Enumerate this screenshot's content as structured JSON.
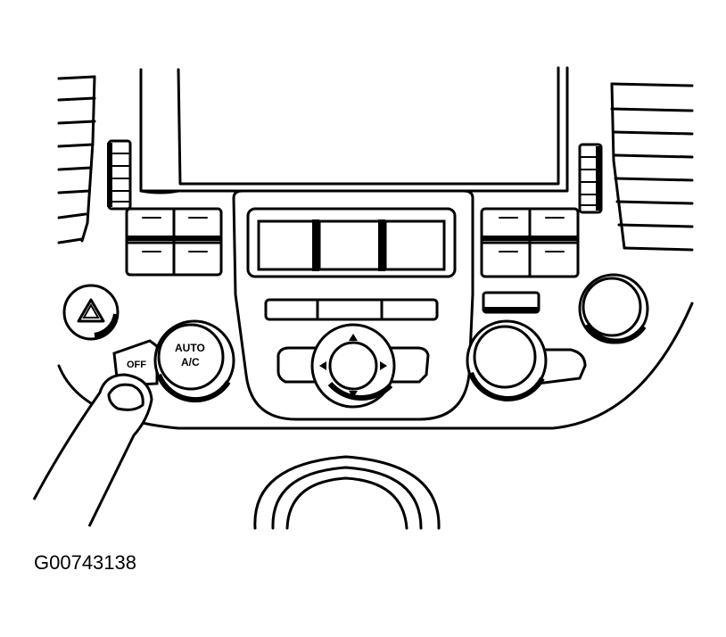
{
  "figure": {
    "id": "G00743138"
  },
  "labels": {
    "auto_line1": "AUTO",
    "auto_line2": "A/C",
    "off": "OFF"
  },
  "colors": {
    "ink": "#000000",
    "paper": "#ffffff"
  }
}
